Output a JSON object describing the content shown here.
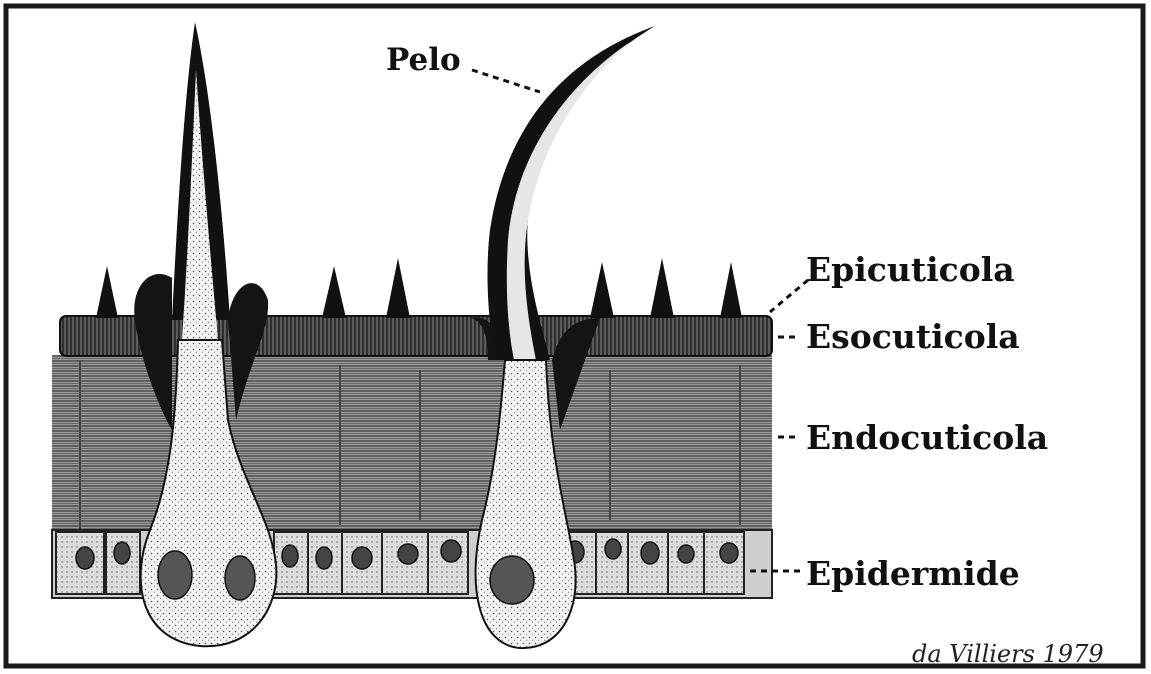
{
  "labels": {
    "pelo": "Pelo",
    "epicuticola": "Epicuticola",
    "esocuticola": "Esocuticola",
    "endocuticola": "Endocuticola",
    "epidermide": "Epidermide"
  },
  "credit": "da Villiers 1979",
  "colors": {
    "ink": "#111111",
    "background": "#ffffff",
    "frame": "#1a1a1a",
    "endocuticle": "#8a8a8a",
    "cell_fill": "#d9d9d9",
    "stipple": "#efefef"
  }
}
